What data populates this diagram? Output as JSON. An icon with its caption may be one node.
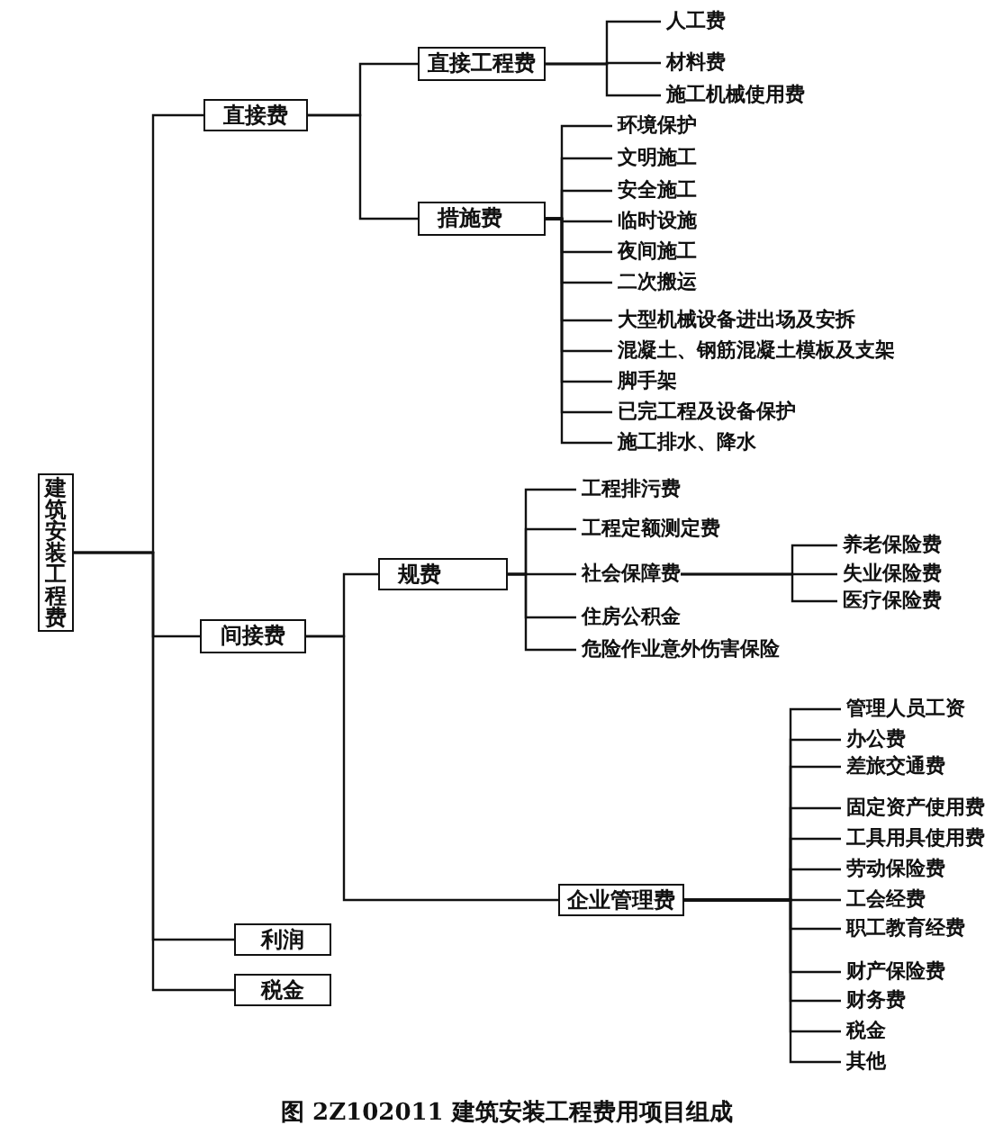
{
  "diagram": {
    "caption": "图 2Z102011 建筑安装工程费用项目组成",
    "nodes": [
      {
        "text": [
          "建筑安装工程费"
        ]
      },
      {
        "text": [
          "直接费"
        ]
      },
      {
        "text": [
          "直接工程费"
        ]
      },
      {
        "text": [
          "人工费"
        ]
      },
      {
        "text": [
          "材料费"
        ]
      },
      {
        "text": [
          "施工机械使用费"
        ]
      },
      {
        "text": [
          "措施费"
        ]
      },
      {
        "text": [
          "环境保护"
        ]
      },
      {
        "text": [
          "文明施工"
        ]
      },
      {
        "text": [
          "安全施工"
        ]
      },
      {
        "text": [
          "临时设施"
        ]
      },
      {
        "text": [
          "夜间施工"
        ]
      },
      {
        "text": [
          "二次搬运"
        ]
      },
      {
        "text": [
          "大型机械设备进出场及安拆"
        ]
      },
      {
        "text": [
          "混凝土、钢筋混凝土模板及支架"
        ]
      },
      {
        "text": [
          "脚手架"
        ]
      },
      {
        "text": [
          "已完工程及设备保护"
        ]
      },
      {
        "text": [
          "施工排水、降水"
        ]
      },
      {
        "text": [
          "间接费"
        ]
      },
      {
        "text": [
          "规费"
        ]
      },
      {
        "text": [
          "工程排污费"
        ]
      },
      {
        "text": [
          "工程定额测定费"
        ]
      },
      {
        "text": [
          "社会保障费"
        ]
      },
      {
        "text": [
          "养老保险费"
        ]
      },
      {
        "text": [
          "失业保险费"
        ]
      },
      {
        "text": [
          "医疗保险费"
        ]
      },
      {
        "text": [
          "住房公积金"
        ]
      },
      {
        "text": [
          "危险作业意外伤害保险"
        ]
      },
      {
        "text": [
          "企业管理费"
        ]
      },
      {
        "text": [
          "管理人员工资"
        ]
      },
      {
        "text": [
          "办公费"
        ]
      },
      {
        "text": [
          "差旅交通费"
        ]
      },
      {
        "text": [
          "固定资产使用费"
        ]
      },
      {
        "text": [
          "工具用具使用费"
        ]
      },
      {
        "text": [
          "劳动保险费"
        ]
      },
      {
        "text": [
          "工会经费"
        ]
      },
      {
        "text": [
          "职工教育经费"
        ]
      },
      {
        "text": [
          "财产保险费"
        ]
      },
      {
        "text": [
          "财务费"
        ]
      },
      {
        "text": [
          "税金"
        ]
      },
      {
        "text": [
          "其他"
        ]
      },
      {
        "text": [
          "利润"
        ]
      },
      {
        "text": [
          "税金"
        ]
      }
    ],
    "edges": [
      {
        "from": 0,
        "to": 1,
        "arrow": "none"
      },
      {
        "from": 1,
        "to": 2,
        "arrow": "none"
      },
      {
        "from": 2,
        "to": 3,
        "arrow": "none"
      },
      {
        "from": 2,
        "to": 4,
        "arrow": "none"
      },
      {
        "from": 2,
        "to": 5,
        "arrow": "none"
      },
      {
        "from": 1,
        "to": 6,
        "arrow": "none"
      },
      {
        "from": 6,
        "to": 7,
        "arrow": "none"
      },
      {
        "from": 6,
        "to": 8,
        "arrow": "none"
      },
      {
        "from": 6,
        "to": 9,
        "arrow": "none"
      },
      {
        "from": 6,
        "to": 10,
        "arrow": "none"
      },
      {
        "from": 6,
        "to": 11,
        "arrow": "none"
      },
      {
        "from": 6,
        "to": 12,
        "arrow": "none"
      },
      {
        "from": 6,
        "to": 13,
        "arrow": "none"
      },
      {
        "from": 6,
        "to": 14,
        "arrow": "none"
      },
      {
        "from": 6,
        "to": 15,
        "arrow": "none"
      },
      {
        "from": 6,
        "to": 16,
        "arrow": "none"
      },
      {
        "from": 6,
        "to": 17,
        "arrow": "none"
      },
      {
        "from": 0,
        "to": 18,
        "arrow": "none"
      },
      {
        "from": 18,
        "to": 19,
        "arrow": "none"
      },
      {
        "from": 19,
        "to": 20,
        "arrow": "none"
      },
      {
        "from": 19,
        "to": 21,
        "arrow": "none"
      },
      {
        "from": 19,
        "to": 22,
        "arrow": "none"
      },
      {
        "from": 22,
        "to": 23,
        "arrow": "none"
      },
      {
        "from": 22,
        "to": 24,
        "arrow": "none"
      },
      {
        "from": 22,
        "to": 25,
        "arrow": "none"
      },
      {
        "from": 19,
        "to": 26,
        "arrow": "none"
      },
      {
        "from": 19,
        "to": 27,
        "arrow": "none"
      },
      {
        "from": 18,
        "to": 28,
        "arrow": "none"
      },
      {
        "from": 28,
        "to": 29,
        "arrow": "none"
      },
      {
        "from": 28,
        "to": 30,
        "arrow": "none"
      },
      {
        "from": 28,
        "to": 31,
        "arrow": "none"
      },
      {
        "from": 28,
        "to": 32,
        "arrow": "none"
      },
      {
        "from": 28,
        "to": 33,
        "arrow": "none"
      },
      {
        "from": 28,
        "to": 34,
        "arrow": "none"
      },
      {
        "from": 28,
        "to": 35,
        "arrow": "none"
      },
      {
        "from": 28,
        "to": 36,
        "arrow": "none"
      },
      {
        "from": 28,
        "to": 37,
        "arrow": "none"
      },
      {
        "from": 28,
        "to": 38,
        "arrow": "none"
      },
      {
        "from": 28,
        "to": 39,
        "arrow": "none"
      },
      {
        "from": 28,
        "to": 40,
        "arrow": "none"
      },
      {
        "from": 0,
        "to": 41,
        "arrow": "none"
      },
      {
        "from": 0,
        "to": 42,
        "arrow": "none"
      }
    ]
  }
}
